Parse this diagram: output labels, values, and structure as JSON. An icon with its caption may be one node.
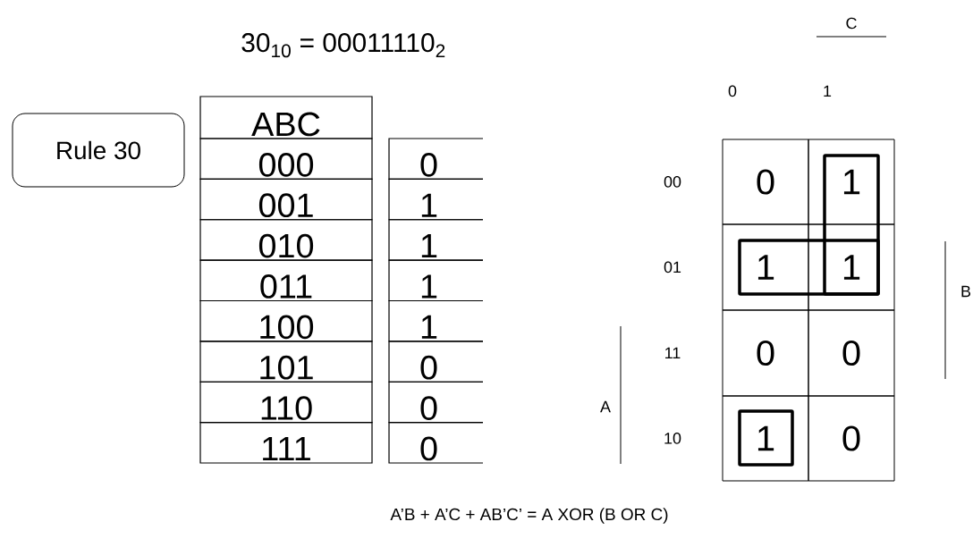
{
  "diagram": {
    "title": "30$_{10}$ = 00011110$_{2}$",
    "caption": "A’B + A’C + AB’C’ = A XOR (B OR C)",
    "nodes": [
      {
        "text": [
          "Rule 30"
        ]
      },
      {
        "text": [],
        "shape": "box"
      },
      {
        "text": [],
        "shape": "box"
      },
      {
        "text": [],
        "shape": "box"
      }
    ],
    "labels": [
      "ABC",
      "000",
      "0",
      "001",
      "1",
      "010",
      "1",
      "011",
      "1",
      "100",
      "1",
      "101",
      "0",
      "110",
      "0",
      "111",
      "0",
      "C",
      "0",
      "1",
      "00",
      "0",
      "1",
      "01",
      "1",
      "1",
      "B",
      "11",
      "0",
      "0",
      "A",
      "10",
      "1",
      "0"
    ]
  }
}
